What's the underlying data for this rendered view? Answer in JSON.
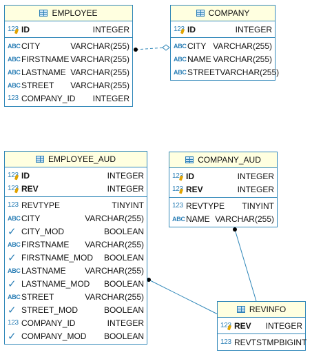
{
  "icons": {
    "abc": "ABC",
    "num": "123",
    "check": "✓"
  },
  "employee": {
    "title": "EMPLOYEE",
    "pk": [
      {
        "icon": "num-key",
        "name": "ID",
        "type": "INTEGER"
      }
    ],
    "cols": [
      {
        "icon": "abc",
        "name": "CITY",
        "type": "VARCHAR(255)"
      },
      {
        "icon": "abc",
        "name": "FIRSTNAME",
        "type": "VARCHAR(255)"
      },
      {
        "icon": "abc",
        "name": "LASTNAME",
        "type": "VARCHAR(255)"
      },
      {
        "icon": "abc",
        "name": "STREET",
        "type": "VARCHAR(255)"
      },
      {
        "icon": "num",
        "name": "COMPANY_ID",
        "type": "INTEGER"
      }
    ]
  },
  "company": {
    "title": "COMPANY",
    "pk": [
      {
        "icon": "num-key",
        "name": "ID",
        "type": "INTEGER"
      }
    ],
    "cols": [
      {
        "icon": "abc",
        "name": "CITY",
        "type": "VARCHAR(255)"
      },
      {
        "icon": "abc",
        "name": "NAME",
        "type": "VARCHAR(255)"
      },
      {
        "icon": "abc",
        "name": "STREET",
        "type": "VARCHAR(255)"
      }
    ]
  },
  "employee_aud": {
    "title": "EMPLOYEE_AUD",
    "pk": [
      {
        "icon": "num-key",
        "name": "ID",
        "type": "INTEGER"
      },
      {
        "icon": "num-key",
        "name": "REV",
        "type": "INTEGER"
      }
    ],
    "cols": [
      {
        "icon": "num",
        "name": "REVTYPE",
        "type": "TINYINT"
      },
      {
        "icon": "abc",
        "name": "CITY",
        "type": "VARCHAR(255)"
      },
      {
        "icon": "check",
        "name": "CITY_MOD",
        "type": "BOOLEAN"
      },
      {
        "icon": "abc",
        "name": "FIRSTNAME",
        "type": "VARCHAR(255)"
      },
      {
        "icon": "check",
        "name": "FIRSTNAME_MOD",
        "type": "BOOLEAN"
      },
      {
        "icon": "abc",
        "name": "LASTNAME",
        "type": "VARCHAR(255)"
      },
      {
        "icon": "check",
        "name": "LASTNAME_MOD",
        "type": "BOOLEAN"
      },
      {
        "icon": "abc",
        "name": "STREET",
        "type": "VARCHAR(255)"
      },
      {
        "icon": "check",
        "name": "STREET_MOD",
        "type": "BOOLEAN"
      },
      {
        "icon": "num",
        "name": "COMPANY_ID",
        "type": "INTEGER"
      },
      {
        "icon": "check",
        "name": "COMPANY_MOD",
        "type": "BOOLEAN"
      }
    ]
  },
  "company_aud": {
    "title": "COMPANY_AUD",
    "pk": [
      {
        "icon": "num-key",
        "name": "ID",
        "type": "INTEGER"
      },
      {
        "icon": "num-key",
        "name": "REV",
        "type": "INTEGER"
      }
    ],
    "cols": [
      {
        "icon": "num",
        "name": "REVTYPE",
        "type": "TINYINT"
      },
      {
        "icon": "abc",
        "name": "NAME",
        "type": "VARCHAR(255)"
      }
    ]
  },
  "revinfo": {
    "title": "REVINFO",
    "pk": [
      {
        "icon": "num-key",
        "name": "REV",
        "type": "INTEGER"
      }
    ],
    "cols": [
      {
        "icon": "num",
        "name": "REVTSTMP",
        "type": "BIGINT"
      }
    ]
  },
  "colors": {
    "border": "#2e86b8",
    "header": "#ffffe0",
    "icon": "#2b7fb6",
    "key": "#e2a400"
  }
}
